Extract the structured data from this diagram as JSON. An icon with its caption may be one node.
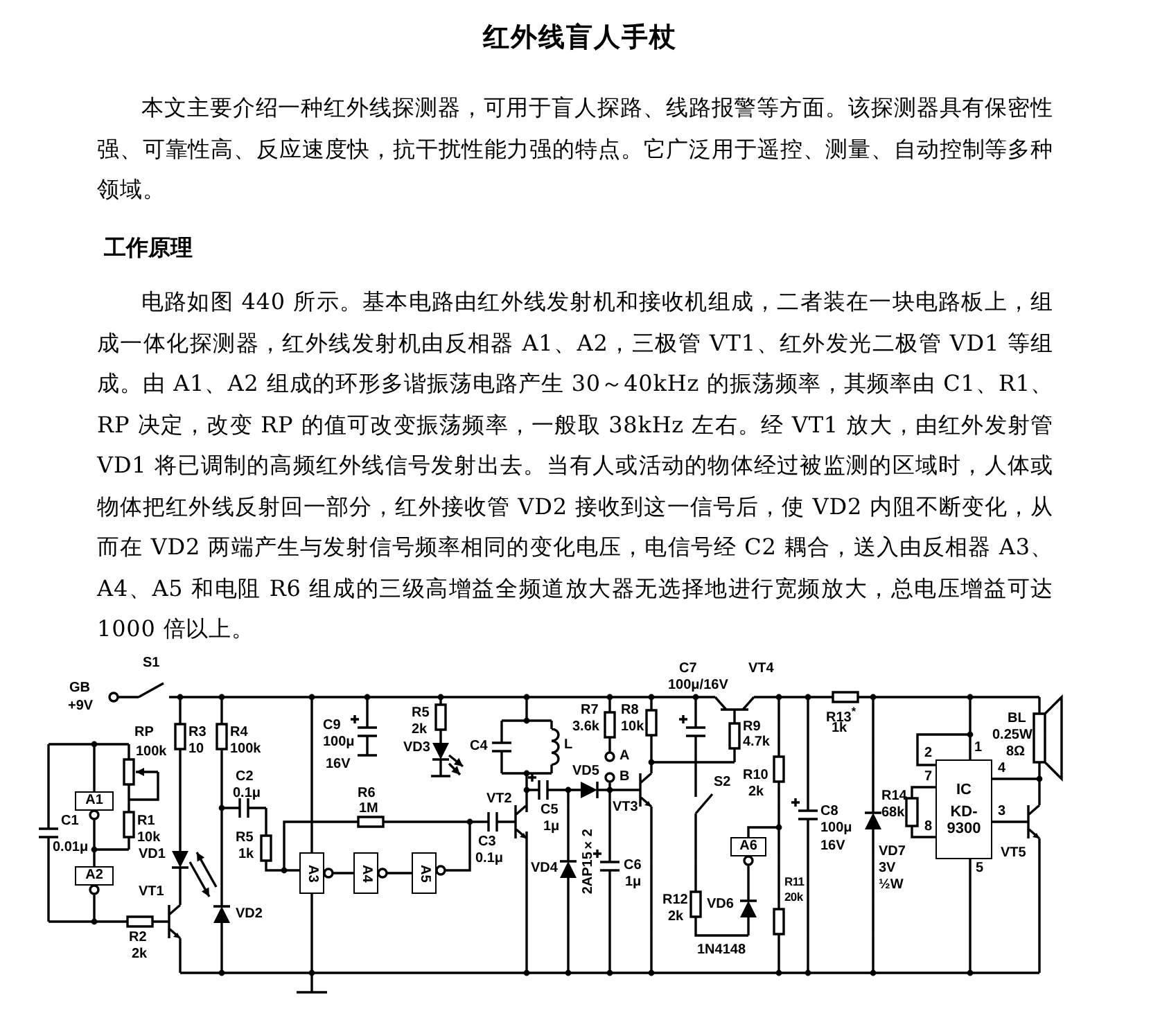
{
  "diagram": {
    "title": "红外线盲人手杖",
    "nodes": [
      {
        "text": [
          "A1"
        ]
      },
      {
        "text": [
          "A2"
        ]
      },
      {
        "text": [
          "A3"
        ]
      },
      {
        "text": [
          "A4"
        ]
      },
      {
        "text": [
          "A5"
        ]
      },
      {
        "text": [
          "A6"
        ]
      },
      {
        "text": [
          "IC",
          "KD-9300"
        ]
      }
    ],
    "edges": [
      {
        "from": 0,
        "to": 1,
        "arrow": "none"
      },
      {
        "from": 2,
        "to": 3,
        "arrow": "none"
      },
      {
        "from": 3,
        "to": 4,
        "arrow": "none"
      }
    ],
    "labels": [
      "本文主要介绍一种红外线探测器，可用于盲人探路、线路报警等方面。该探测器具有保密性强、可靠性高、反应速度快，抗干扰性能力强的特点。它广泛用于遥控、测量、自动控制等多种领域。",
      "工作原理",
      "电路如图 440 所示。基本电路由红外线发射机和接收机组成，二者装在一块电路板上，组成一体化探测器，红外线发射机由反相器 A1、A2，三极管 VT1、红外发光二极管 VD1 等组成。由 A1、A2 组成的环形多谐振荡电路产生 30～40kHz 的振荡频率，其频率由 C1、R1、RP 决定，改变 RP 的值可改变振荡频率，一般取 38kHz 左右。经 VT1 放大，由红外发射管 VD1 将已调制的高频红外线信号发射出去。当有人或活动的物体经过被监测的区域时，人体或物体把红外线反射回一部分，红外接收管 VD2 接收到这一信号后，使 VD2 内阻不断变化，从而在 VD2 两端产生与发射信号频率相同的变化电压，电信号经 C2 耦合，送入由反相器 A3、A4、A5 和电阻 R6 组成的三级高增益全频道放大器无选择地进行宽频放大，总电压增益可达 1000 倍以上。",
      "GB",
      "+9V",
      "S1",
      "RP",
      "100k",
      "R1",
      "10k",
      "C1",
      "0.01μ",
      "VD1",
      "VT1",
      "R2",
      "2k",
      "R3",
      "10",
      "R4",
      "100k",
      "C2",
      "0.1μ",
      "R5",
      "1k",
      "VD2",
      "C9",
      "100μ",
      "16V",
      "R6",
      "1M",
      "C3",
      "0.1μ",
      "R5",
      "2k",
      "VD3",
      "C4",
      "L",
      "VT2",
      "C5",
      "1μ",
      "VD4",
      "VD5",
      "2AP15×2",
      "B",
      "A",
      "R7",
      "3.6k",
      "R8",
      "10k",
      "VT3",
      "C6",
      "1μ",
      "C7",
      "100μ/16V",
      "VT4",
      "R9",
      "4.7k",
      "R10",
      "2k",
      "S2",
      "R12",
      "2k",
      "VD6",
      "1N4148",
      "C8",
      "100μ",
      "16V",
      "R11",
      "20k",
      "R13$^{*}$",
      "1k",
      "VD7",
      "3V",
      "½W",
      "R14",
      "68k",
      "1",
      "2",
      "7",
      "8",
      "4",
      "3",
      "5",
      "BL",
      "0.25W",
      "8Ω",
      "VT5"
    ]
  }
}
